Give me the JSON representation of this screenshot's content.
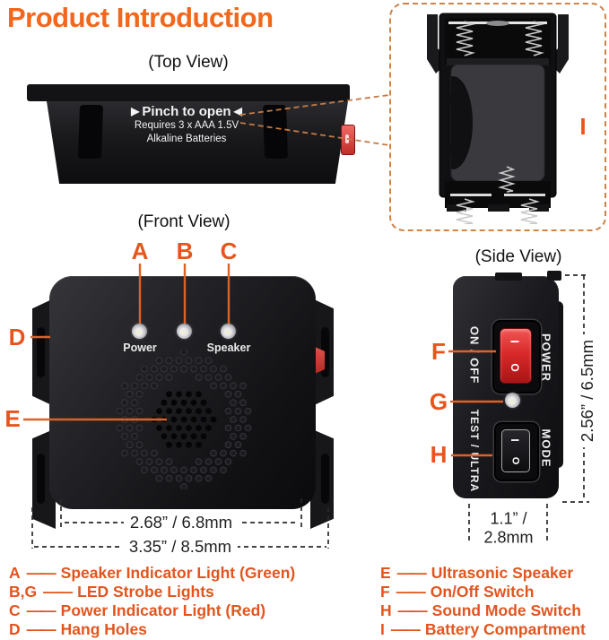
{
  "title": "Product Introduction",
  "top_view": {
    "label": "(Top View)",
    "arrow_right_glyph": "▶",
    "arrow_left_glyph": "◀",
    "pinch_text": "Pinch to open",
    "battery_req_line1": "Requires 3 x AAA 1.5V",
    "battery_req_line2": "Alkaline Batteries"
  },
  "front_view": {
    "label": "(Front View)",
    "power_led_label": "Power",
    "speaker_led_label": "Speaker",
    "dim_inner": "2.68” / 6.8mm",
    "dim_outer": "3.35” / 8.5mm"
  },
  "side_view": {
    "label": "(Side View)",
    "onoff_switch_label": "ON / OFF",
    "power_panel_label": "POWER",
    "mode_switch_label": "TEST / ULTRA",
    "mode_panel_label": "MODE",
    "mark_i": "I",
    "mark_o": "O",
    "dim_height": "2.56” / 6.5mm",
    "dim_width_line1": "1.1” /",
    "dim_width_line2": "2.8mm"
  },
  "callouts": {
    "A": "A",
    "B": "B",
    "C": "C",
    "D": "D",
    "E": "E",
    "F": "F",
    "G": "G",
    "H": "H",
    "I": "I"
  },
  "legend": {
    "sep": "——",
    "left": [
      {
        "key": "A",
        "text": "Speaker Indicator Light (Green)"
      },
      {
        "key": "B,G",
        "text": "LED Strobe Lights"
      },
      {
        "key": "C",
        "text": "Power Indicator Light (Red)"
      },
      {
        "key": "D",
        "text": "Hang Holes"
      }
    ],
    "right": [
      {
        "key": "E",
        "text": "Ultrasonic Speaker"
      },
      {
        "key": "F",
        "text": "On/Off Switch"
      },
      {
        "key": "H",
        "text": "Sound Mode Switch"
      },
      {
        "key": "I",
        "text": "Battery Compartment"
      }
    ]
  },
  "colors": {
    "title_orange": "#F2671C",
    "callout_orange": "#E8551C",
    "leader_line_orange": "#DD6227",
    "legend_orange": "#E2551F",
    "dashed_box_orange": "#CE8347",
    "switch_red": "#D92A2A"
  }
}
